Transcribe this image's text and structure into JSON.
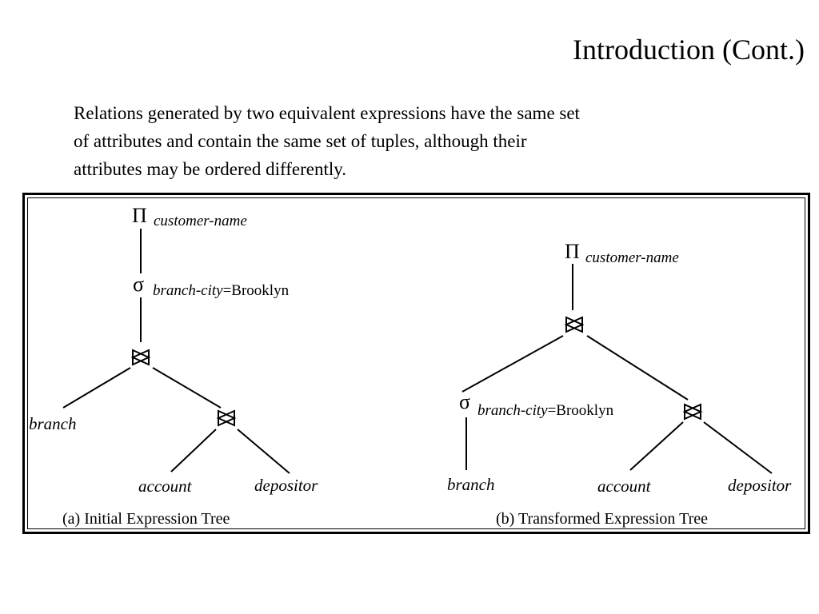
{
  "slide": {
    "title": "Introduction (Cont.)",
    "body_lines": [
      "Relations generated by two equivalent expressions have the same set",
      "of attributes and contain the same set of tuples, although their",
      "attributes may be ordered differently."
    ]
  },
  "figure": {
    "tree_a": {
      "project_symbol": "Π",
      "project_attr": "customer-name",
      "select_symbol": "σ",
      "select_attr": "branch-city",
      "select_value": "=Brooklyn",
      "leaves": [
        "branch",
        "account",
        "depositor"
      ],
      "caption": "(a) Initial Expression Tree"
    },
    "tree_b": {
      "project_symbol": "Π",
      "project_attr": "customer-name",
      "select_symbol": "σ",
      "select_attr": "branch-city",
      "select_value": "=Brooklyn",
      "leaves": [
        "branch",
        "account",
        "depositor"
      ],
      "caption": "(b) Transformed Expression Tree"
    }
  }
}
